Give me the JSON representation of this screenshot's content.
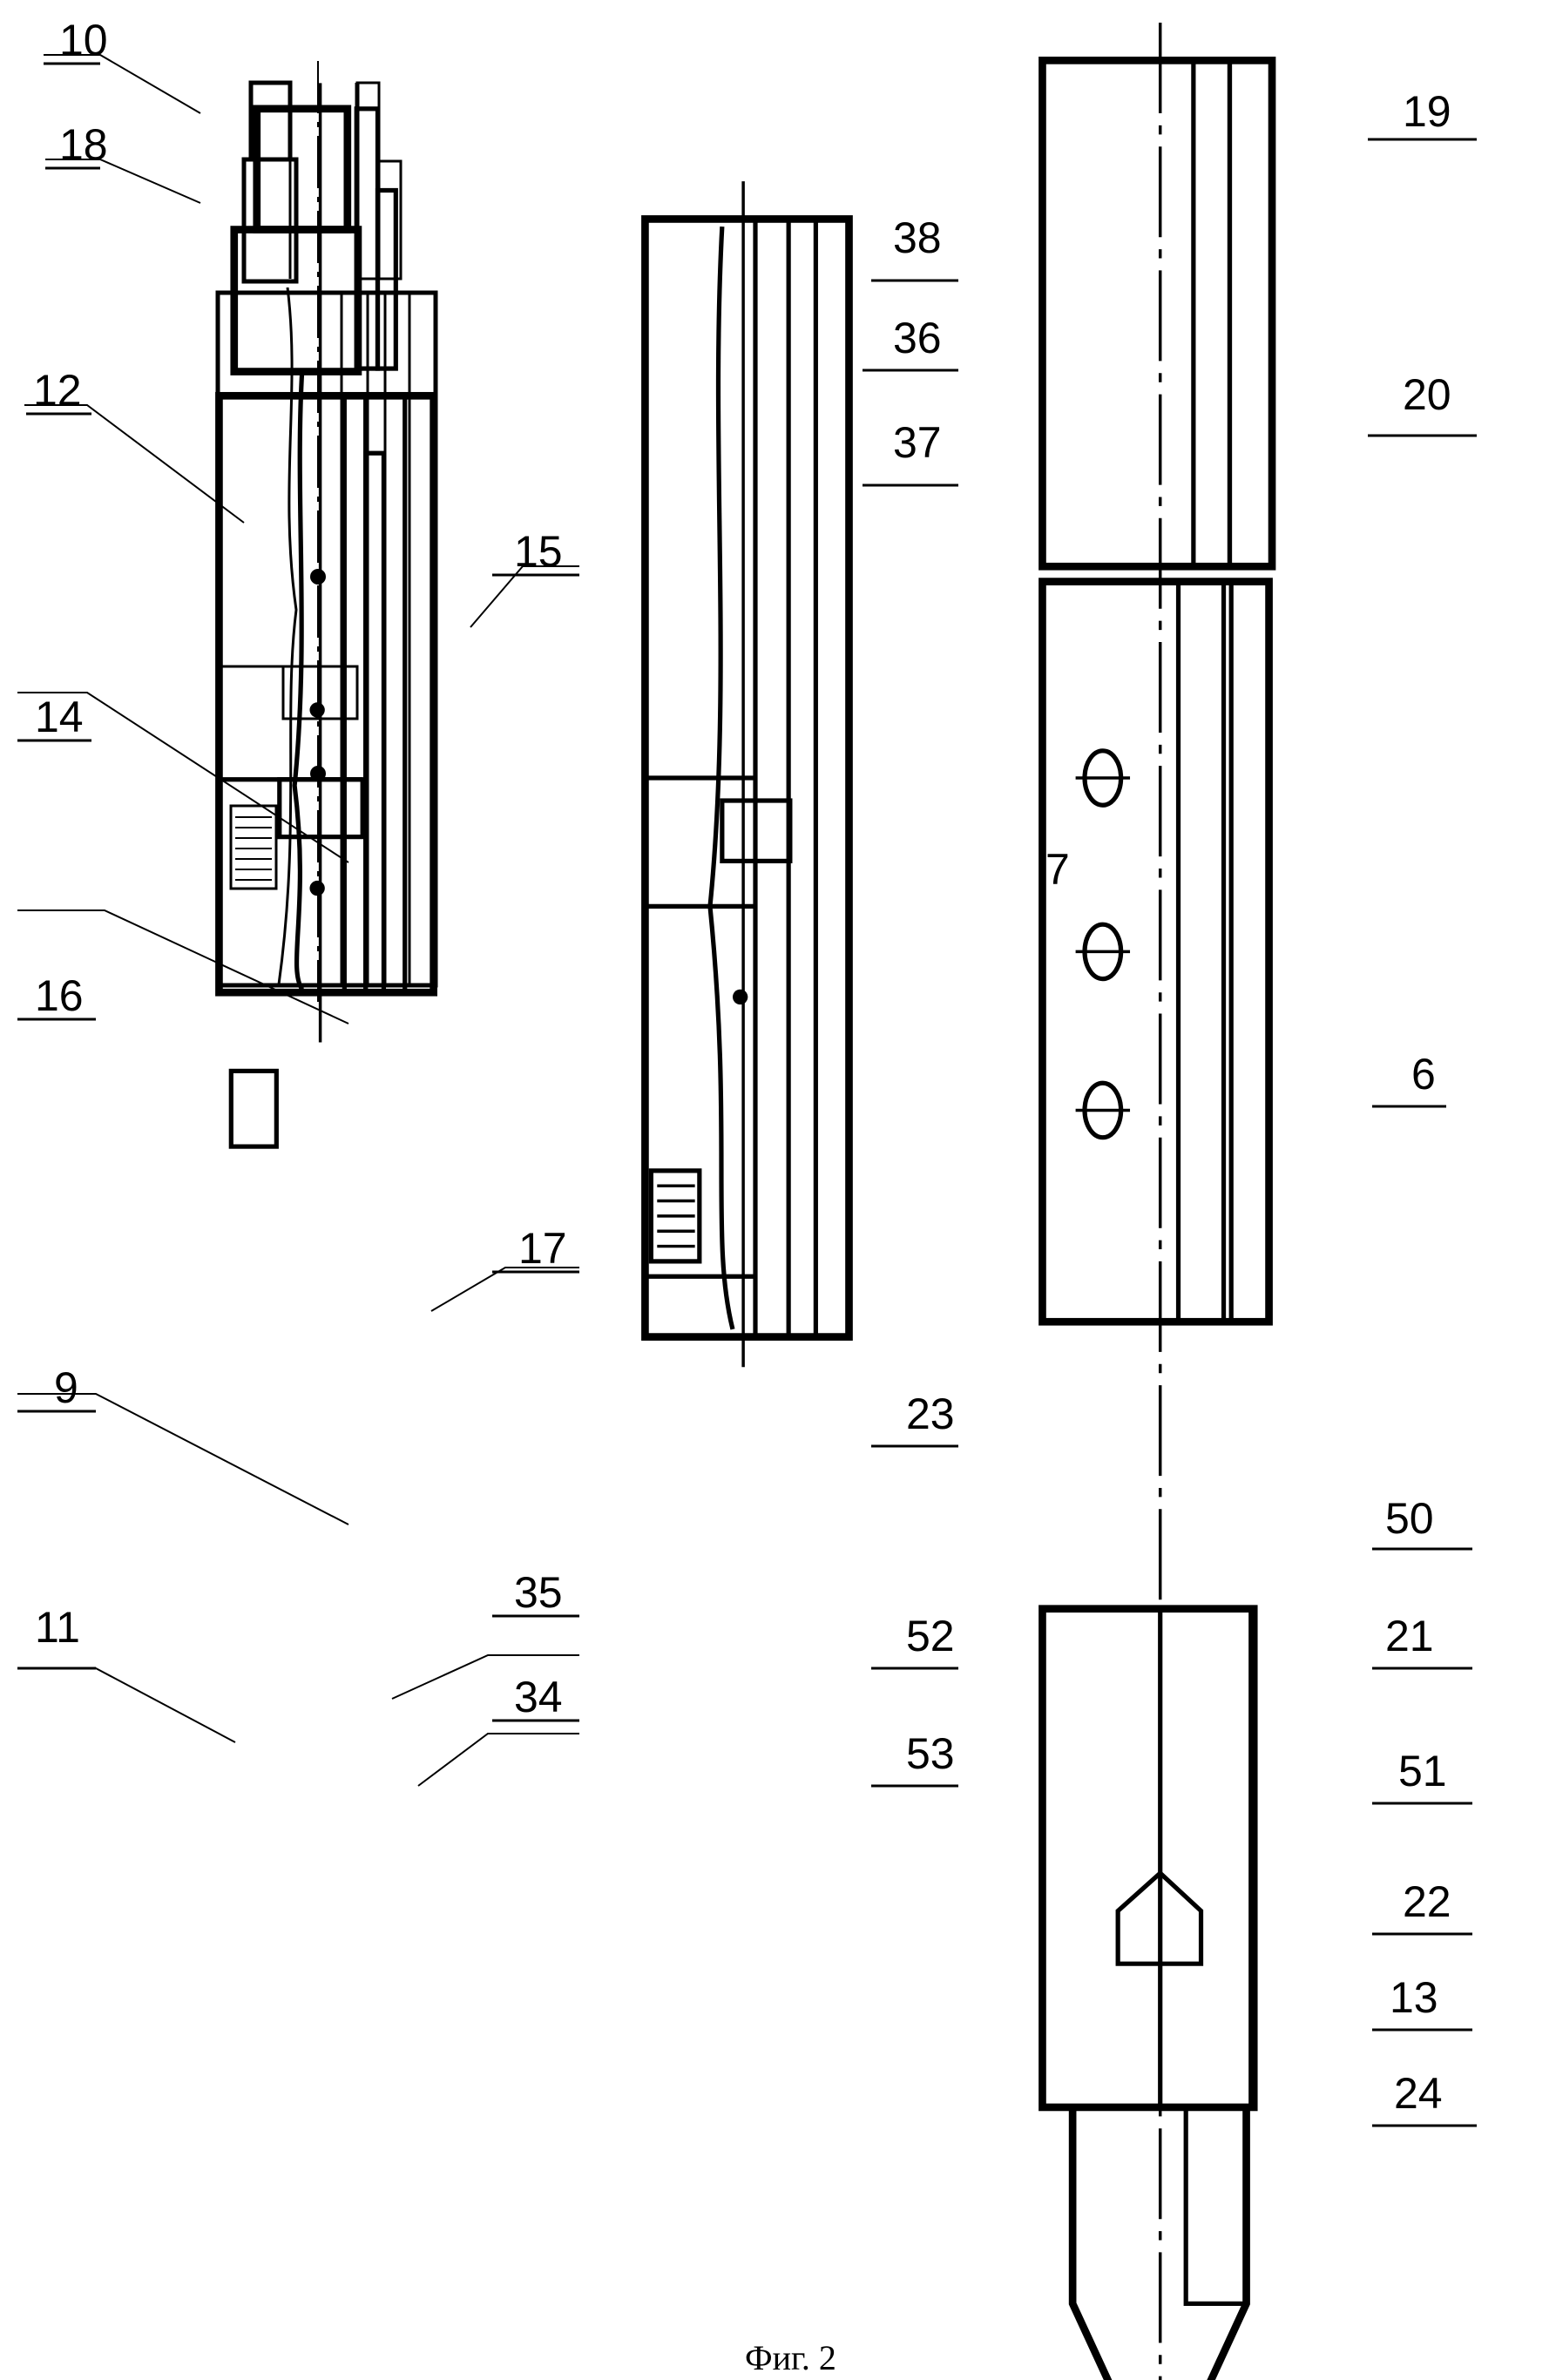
{
  "figure": {
    "caption": "Фиг. 2",
    "views": [
      {
        "name": "upper-section",
        "labels": [
          "10",
          "18",
          "12",
          "15",
          "14",
          "16",
          "17",
          "9",
          "35",
          "11",
          "34"
        ]
      },
      {
        "name": "middle-section",
        "labels": [
          "38",
          "36",
          "37"
        ]
      },
      {
        "name": "lower-section",
        "labels": [
          "19",
          "20",
          "7",
          "6",
          "23",
          "50",
          "21",
          "52",
          "51",
          "53",
          "22",
          "13",
          "24"
        ]
      }
    ]
  },
  "callouts": {
    "c10": "10",
    "c18": "18",
    "c12": "12",
    "c15": "15",
    "c14": "14",
    "c16": "16",
    "c17": "17",
    "c9": "9",
    "c35": "35",
    "c11": "11",
    "c34": "34",
    "c38": "38",
    "c36": "36",
    "c37": "37",
    "c19": "19",
    "c20": "20",
    "c7": "7",
    "c6": "6",
    "c23": "23",
    "c50": "50",
    "c21": "21",
    "c52": "52",
    "c51": "51",
    "c53": "53",
    "c22": "22",
    "c13": "13",
    "c24": "24"
  }
}
